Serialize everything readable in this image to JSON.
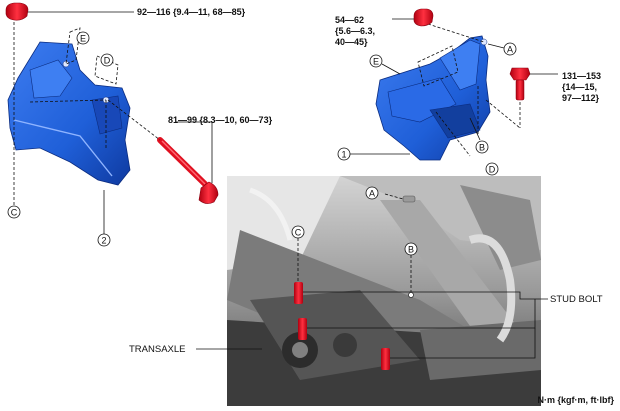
{
  "torque_specs": {
    "t1": "92—116 {9.4—11, 68—85}",
    "t2_l1": "54—62",
    "t2_l2": "{5.6—6.3,",
    "t2_l3": "40—45}",
    "t3": "81—99 {8.3—10, 60—73}",
    "t4_l1": "131—153",
    "t4_l2": "{14—15,",
    "t4_l3": "97—112}"
  },
  "callouts": {
    "A": "A",
    "B": "B",
    "C": "C",
    "D": "D",
    "E": "E",
    "part1": "1",
    "part2": "2"
  },
  "labels": {
    "stud_bolt": "STUD BOLT",
    "transaxle": "TRANSAXLE",
    "units": "N·m {kgf·m, ft·lbf}"
  },
  "colors": {
    "part_blue": "#1f5fd8",
    "part_blue_dark": "#0f3aa0",
    "fastener_red": "#e01020",
    "photo_bg": "#5a5a5a"
  }
}
